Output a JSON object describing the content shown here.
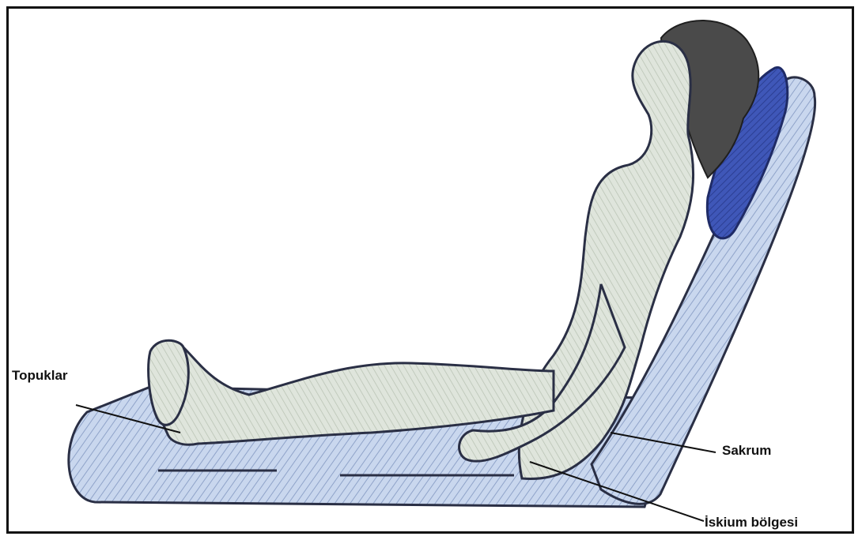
{
  "labels": {
    "heels": "Topuklar",
    "sacrum": "Sakrum",
    "ischium": "İskium bölgesi"
  },
  "colors": {
    "mattress_fill": "#c9d7ee",
    "mattress_stroke": "#2a2f45",
    "body_fill": "#dfe5dc",
    "pillow_fill": "#3f57b8",
    "hair_fill": "#4a4a4a",
    "line": "#111111"
  }
}
